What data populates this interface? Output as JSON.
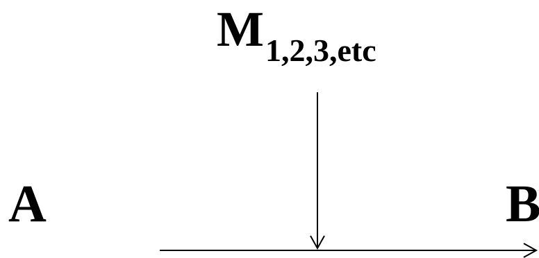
{
  "labels": {
    "m_main": "M",
    "m_subscript": "1,2,3,etc",
    "a": "A",
    "b": "B"
  },
  "colors": {
    "ink": "#000000",
    "background": "#ffffff"
  }
}
